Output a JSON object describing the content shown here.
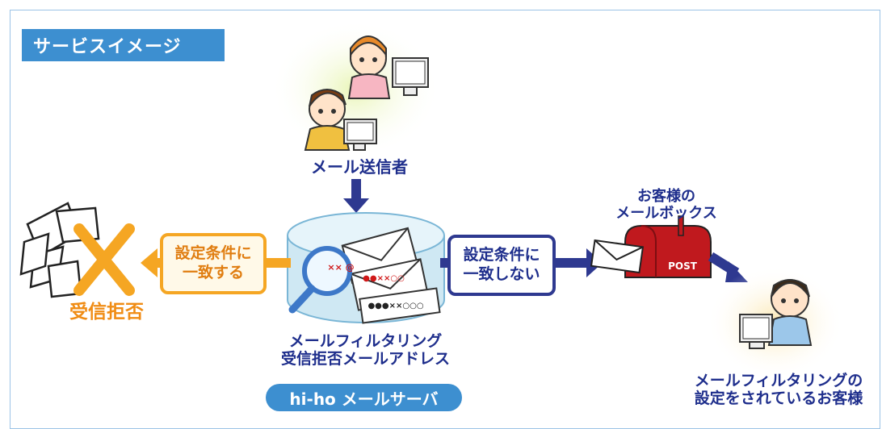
{
  "title": "サービスイメージ",
  "nodes": {
    "sender": "メール送信者",
    "match_box": [
      "設定条件に",
      "一致する"
    ],
    "rejected": "受信拒否",
    "nomatch_box": [
      "設定条件に",
      "一致しない"
    ],
    "mailbox": [
      "お客様の",
      "メールボックス"
    ],
    "server_caption": [
      "メールフィルタリング",
      "受信拒否メールアドレス"
    ],
    "server": "hi-ho メールサーバ",
    "customer": [
      "メールフィルタリングの",
      "設定をされているお客様"
    ],
    "post_label": "POST",
    "envelope_marks": [
      "×× @",
      "●●××○○",
      "●●●××○○○"
    ]
  },
  "colors": {
    "title_bg": "#3d8fd0",
    "navy": "#1e2e8c",
    "orange": "#f08c14",
    "mailbox_red": "#c0191e",
    "cylinder": "#cfe8f3"
  },
  "icons": [
    "people-at-computers-icon",
    "shredded-mail-icon",
    "reject-x-icon",
    "database-cylinder-icon",
    "magnifier-icon",
    "envelope-icon",
    "mailbox-post-icon",
    "customer-at-computer-icon"
  ]
}
